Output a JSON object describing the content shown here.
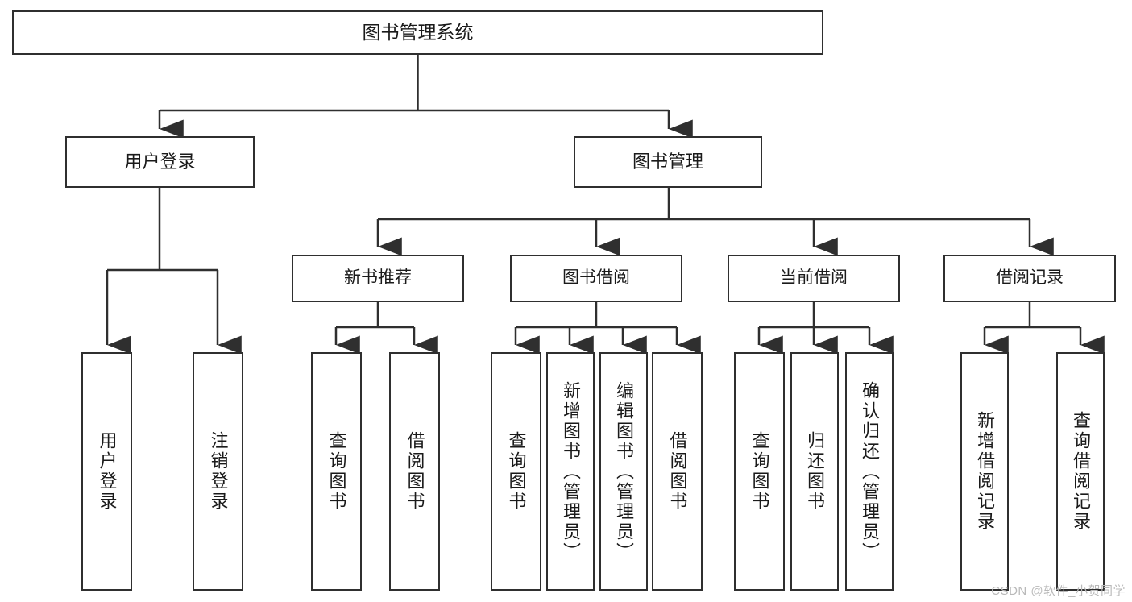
{
  "diagram": {
    "title": "图书管理系统",
    "type": "tree",
    "watermark": "CSDN @软件_小贺同学",
    "colors": {
      "box_border": "#2f2f2f",
      "box_fill": "#ffffff",
      "edge": "#2f2f2f",
      "text": "#1a1a1a",
      "watermark": "#b9b9b9"
    },
    "nodes": {
      "root": {
        "label": "图书管理系统",
        "level": 1
      },
      "l2": [
        {
          "id": "user_login",
          "label": "用户登录",
          "level": 2
        },
        {
          "id": "book_mgmt",
          "label": "图书管理",
          "level": 2
        }
      ],
      "l3": [
        {
          "id": "new_book_rec",
          "label": "新书推荐",
          "level": 3,
          "parent": "book_mgmt"
        },
        {
          "id": "book_borrow",
          "label": "图书借阅",
          "level": 3,
          "parent": "book_mgmt"
        },
        {
          "id": "current_borrow",
          "label": "当前借阅",
          "level": 3,
          "parent": "book_mgmt"
        },
        {
          "id": "borrow_record",
          "label": "借阅记录",
          "level": 3,
          "parent": "book_mgmt"
        }
      ],
      "leaves": [
        {
          "id": "leaf_user_login",
          "label": "用户登录",
          "parent": "user_login"
        },
        {
          "id": "leaf_user_logout",
          "label": "注销登录",
          "parent": "user_login"
        },
        {
          "id": "leaf_query_book_1",
          "label": "查询图书",
          "parent": "new_book_rec"
        },
        {
          "id": "leaf_borrow_book_1",
          "label": "借阅图书",
          "parent": "new_book_rec"
        },
        {
          "id": "leaf_query_book_2",
          "label": "查询图书",
          "parent": "book_borrow"
        },
        {
          "id": "leaf_add_book",
          "label": "新增图书（管理员）",
          "parent": "book_borrow"
        },
        {
          "id": "leaf_edit_book",
          "label": "编辑图书（管理员）",
          "parent": "book_borrow"
        },
        {
          "id": "leaf_borrow_book_2",
          "label": "借阅图书",
          "parent": "book_borrow"
        },
        {
          "id": "leaf_query_book_3",
          "label": "查询图书",
          "parent": "current_borrow"
        },
        {
          "id": "leaf_return_book",
          "label": "归还图书",
          "parent": "current_borrow"
        },
        {
          "id": "leaf_confirm_return",
          "label": "确认归还（管理员）",
          "parent": "current_borrow"
        },
        {
          "id": "leaf_add_record",
          "label": "新增借阅记录",
          "parent": "borrow_record"
        },
        {
          "id": "leaf_query_record",
          "label": "查询借阅记录",
          "parent": "borrow_record"
        }
      ]
    }
  }
}
